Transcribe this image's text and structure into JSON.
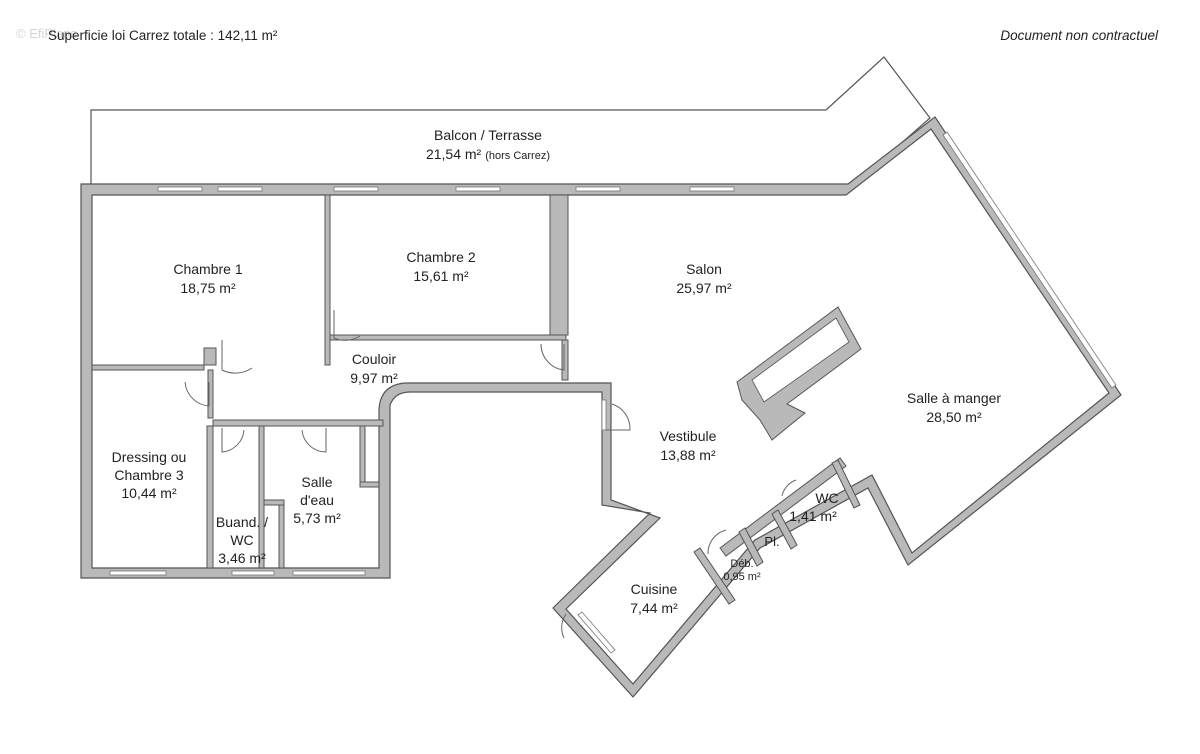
{
  "header": {
    "watermark": "© EfiPlans",
    "total_area": "Superficie loi Carrez totale :  142,11 m²",
    "disclaimer": "Document non contractuel"
  },
  "rooms": {
    "balcon": {
      "name": "Balcon / Terrasse",
      "area": "21,54 m²",
      "note": "(hors Carrez)"
    },
    "chambre1": {
      "name": "Chambre 1",
      "area": "18,75 m²"
    },
    "chambre2": {
      "name": "Chambre 2",
      "area": "15,61 m²"
    },
    "salon": {
      "name": "Salon",
      "area": "25,97 m²"
    },
    "couloir": {
      "name": "Couloir",
      "area": "9,97 m²"
    },
    "salle_manger": {
      "name": "Salle à manger",
      "area": "28,50 m²"
    },
    "vestibule": {
      "name": "Vestibule",
      "area": "13,88 m²"
    },
    "dressing": {
      "line1": "Dressing ou",
      "line2": "Chambre 3",
      "area": "10,44 m²"
    },
    "salle_eau": {
      "line1": "Salle",
      "line2": "d'eau",
      "area": "5,73 m²"
    },
    "buanderie": {
      "line1": "Buand. /",
      "line2": "WC",
      "area": "3,46 m²"
    },
    "wc": {
      "name": "WC",
      "area": "1,41 m²"
    },
    "placard": {
      "name": "Pl."
    },
    "debarras": {
      "name": "Déb.",
      "area": "0,95 m²"
    },
    "cuisine": {
      "name": "Cuisine",
      "area": "7,44 m²"
    }
  },
  "colors": {
    "wall_fill": "#b9b9b9",
    "wall_stroke": "#555555",
    "background": "#ffffff"
  }
}
